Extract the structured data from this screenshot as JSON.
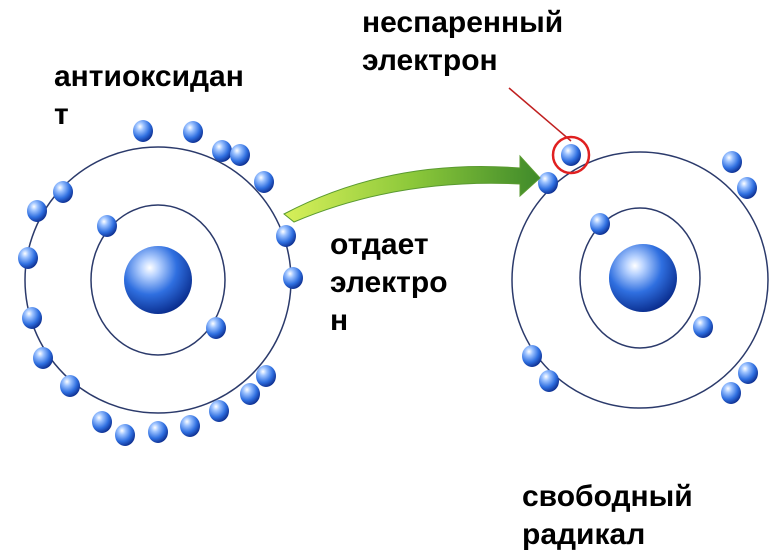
{
  "labels": {
    "antioxidant": "антиоксидан\nт",
    "unpaired_electron": "неспаренный\nэлектрон",
    "donates_electron": "отдает\nэлектро\nн",
    "free_radical": "свободный\nрадикал"
  },
  "colors": {
    "orbit": "#2b3a6b",
    "electron_light": "#cfe0ff",
    "electron_mid": "#2f6fe0",
    "electron_dark": "#0b2a8a",
    "arrow_light": "#c8ea3f",
    "arrow_dark": "#4f9a2a",
    "marker": "#e02020"
  }
}
